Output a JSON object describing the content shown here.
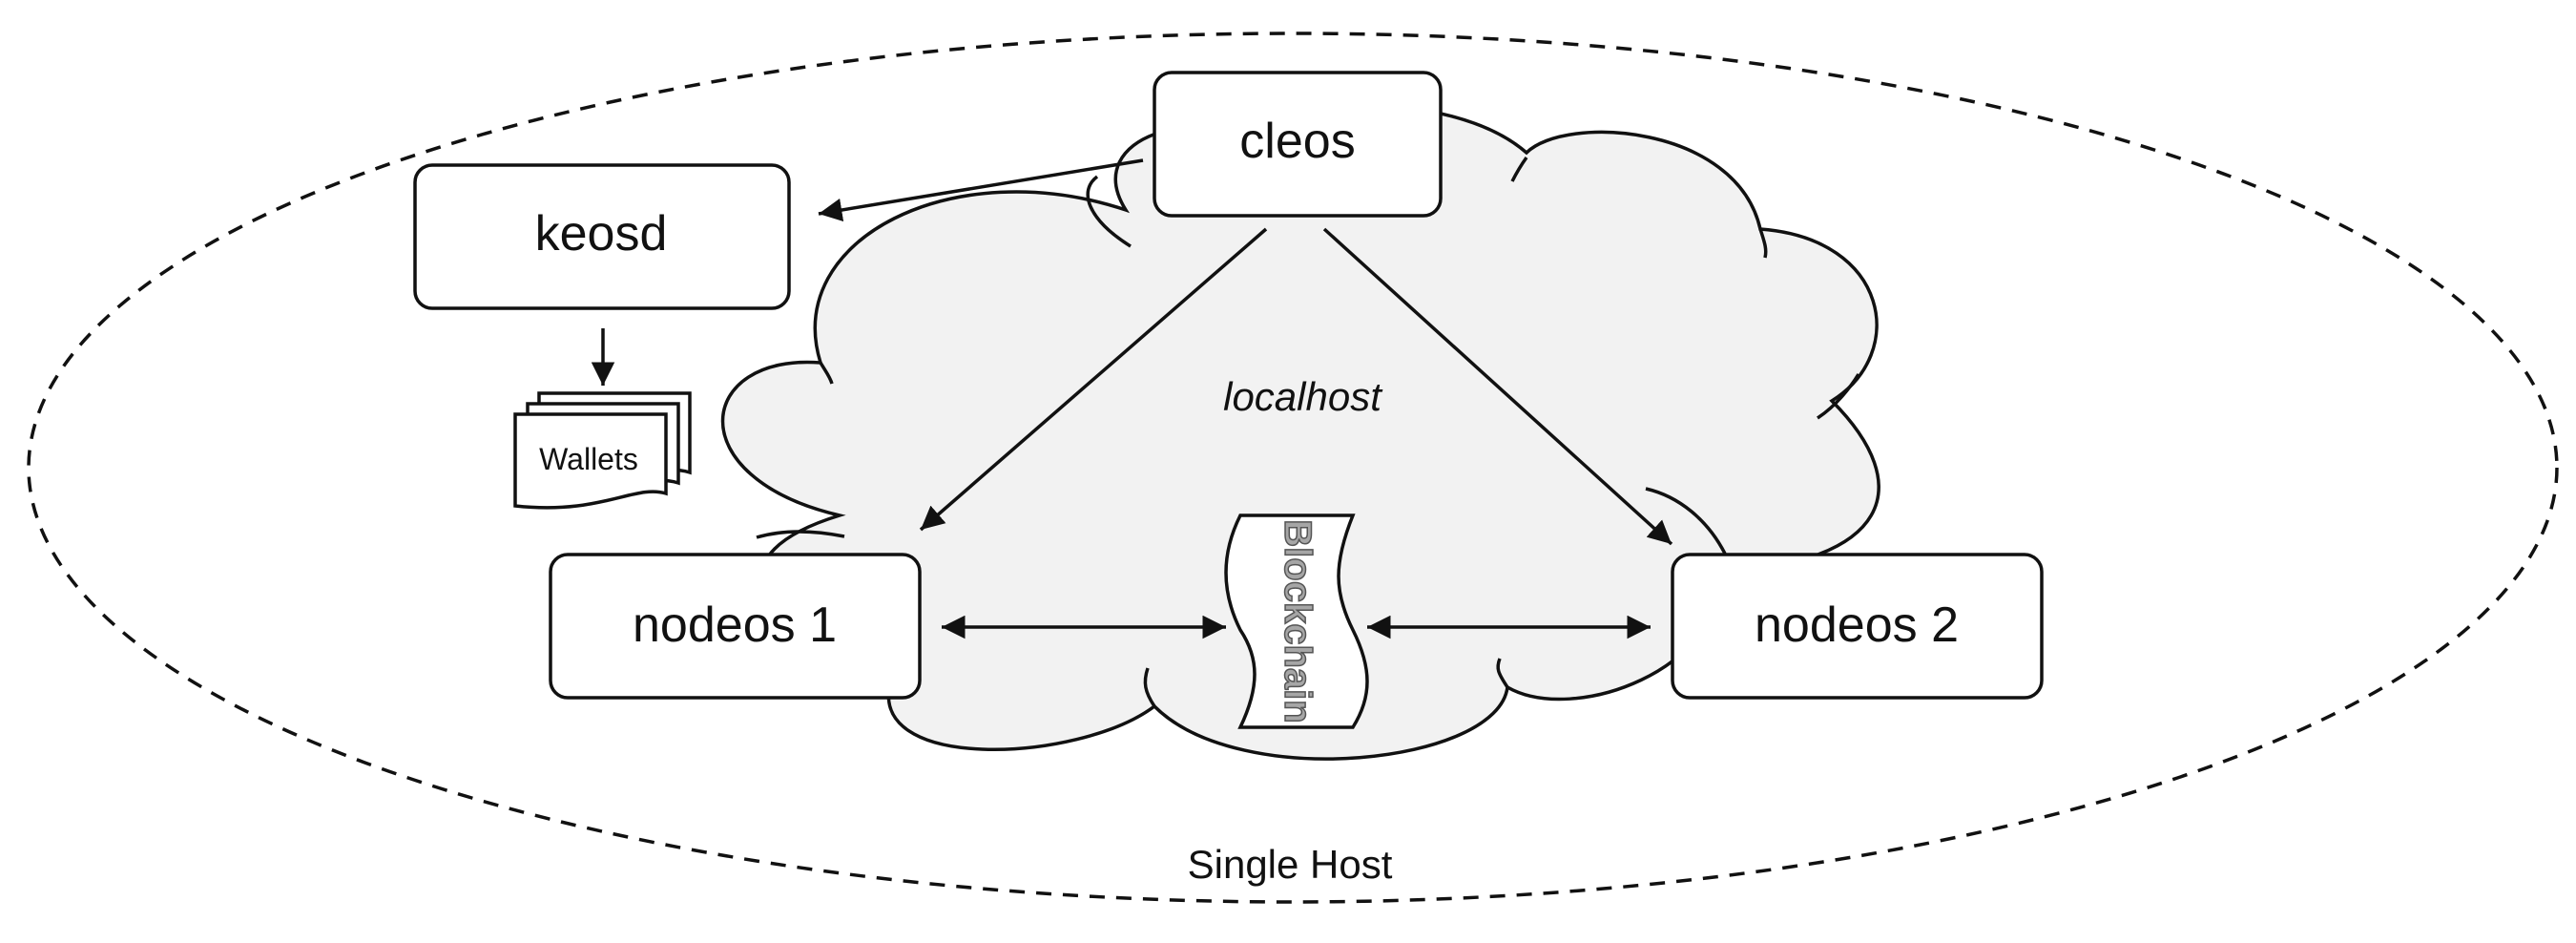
{
  "diagram": {
    "boundary_label": "Single Host",
    "cloud_label": "localhost",
    "nodes": {
      "cleos": "cleos",
      "keosd": "keosd",
      "wallets": "Wallets",
      "nodeos1": "nodeos 1",
      "nodeos2": "nodeos 2",
      "blockchain": "Blockchain"
    },
    "colors": {
      "stroke": "#111111",
      "cloud_fill": "#f2f2f2",
      "box_fill": "#ffffff",
      "blockchain_text_fill": "#a6a6a6",
      "blockchain_text_stroke": "#555555"
    }
  }
}
